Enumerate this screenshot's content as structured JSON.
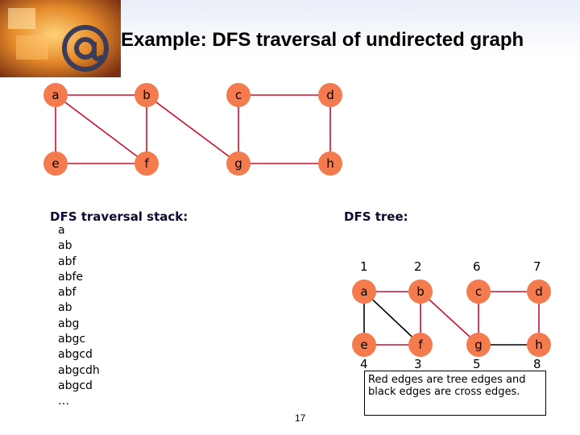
{
  "title": "Example: DFS traversal of undirected graph",
  "colors": {
    "vertex_fill": "#f47b4e",
    "tree_edge": "#c8102e",
    "cross_edge": "#000000",
    "graph_edge": "#c8102e"
  },
  "graph": {
    "vertices": [
      "a",
      "b",
      "c",
      "d",
      "e",
      "f",
      "g",
      "h"
    ],
    "edges": [
      [
        "a",
        "b"
      ],
      [
        "a",
        "e"
      ],
      [
        "a",
        "f"
      ],
      [
        "b",
        "f"
      ],
      [
        "b",
        "g"
      ],
      [
        "c",
        "d"
      ],
      [
        "c",
        "g"
      ],
      [
        "d",
        "h"
      ],
      [
        "e",
        "f"
      ],
      [
        "g",
        "h"
      ]
    ]
  },
  "stack": {
    "heading": "DFS traversal stack:",
    "entries": [
      "a",
      "ab",
      "abf",
      "abfe",
      "abf",
      "ab",
      "abg",
      "abgc",
      "abgcd",
      "abgcdh",
      "abgcd",
      "…"
    ]
  },
  "tree": {
    "heading": "DFS tree:",
    "vertices": [
      "a",
      "b",
      "c",
      "d",
      "e",
      "f",
      "g",
      "h"
    ],
    "discovery_order": {
      "a": "1",
      "b": "2",
      "f": "3",
      "e": "4",
      "g": "5",
      "c": "6",
      "d": "7",
      "h": "8"
    },
    "tree_edges": [
      [
        "a",
        "b"
      ],
      [
        "b",
        "f"
      ],
      [
        "f",
        "e"
      ],
      [
        "b",
        "g"
      ],
      [
        "g",
        "c"
      ],
      [
        "c",
        "d"
      ],
      [
        "d",
        "h"
      ]
    ],
    "cross_edges": [
      [
        "a",
        "e"
      ],
      [
        "a",
        "f"
      ],
      [
        "g",
        "h"
      ]
    ]
  },
  "note": "Red edges are tree edges and black edges are cross edges.",
  "page_number": "17"
}
